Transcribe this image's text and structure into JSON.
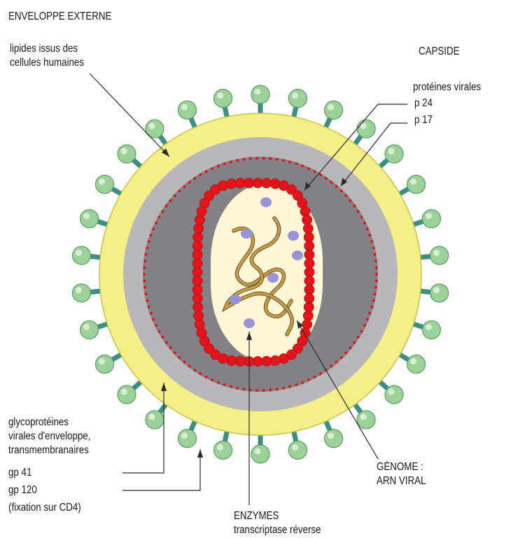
{
  "colors": {
    "envelope": "#f4ef86",
    "envelope_edge": "#c9c24a",
    "spike_stem": "#3d8f82",
    "spike_knob": "#9cd19a",
    "matrix": "#b8b8bb",
    "core": "#828286",
    "capsid_bead": "#e3141a",
    "interior": "#fcf7d6",
    "enzyme": "#9a93d8",
    "rna": "#c9a254",
    "leader": "#2a2a2a"
  },
  "labels": {
    "envelope_title": "ENVELOPPE EXTERNE",
    "lipids": [
      "lipides issus des",
      "cellules humaines"
    ],
    "capsid_title": "CAPSIDE",
    "viral_proteins": "protéines virales",
    "p24": "p 24",
    "p17": "p 17",
    "glycoproteins": [
      "glycoprotéines",
      "virales d'enveloppe,",
      "transmembranaires"
    ],
    "gp41": "gp 41",
    "gp120": "gp 120",
    "cd4": "(fixation sur CD4)",
    "genome": [
      "GÉNOME :",
      "ARN VIRAL"
    ],
    "enzymes": [
      "ENZYMES",
      "transcriptase réverse"
    ]
  }
}
